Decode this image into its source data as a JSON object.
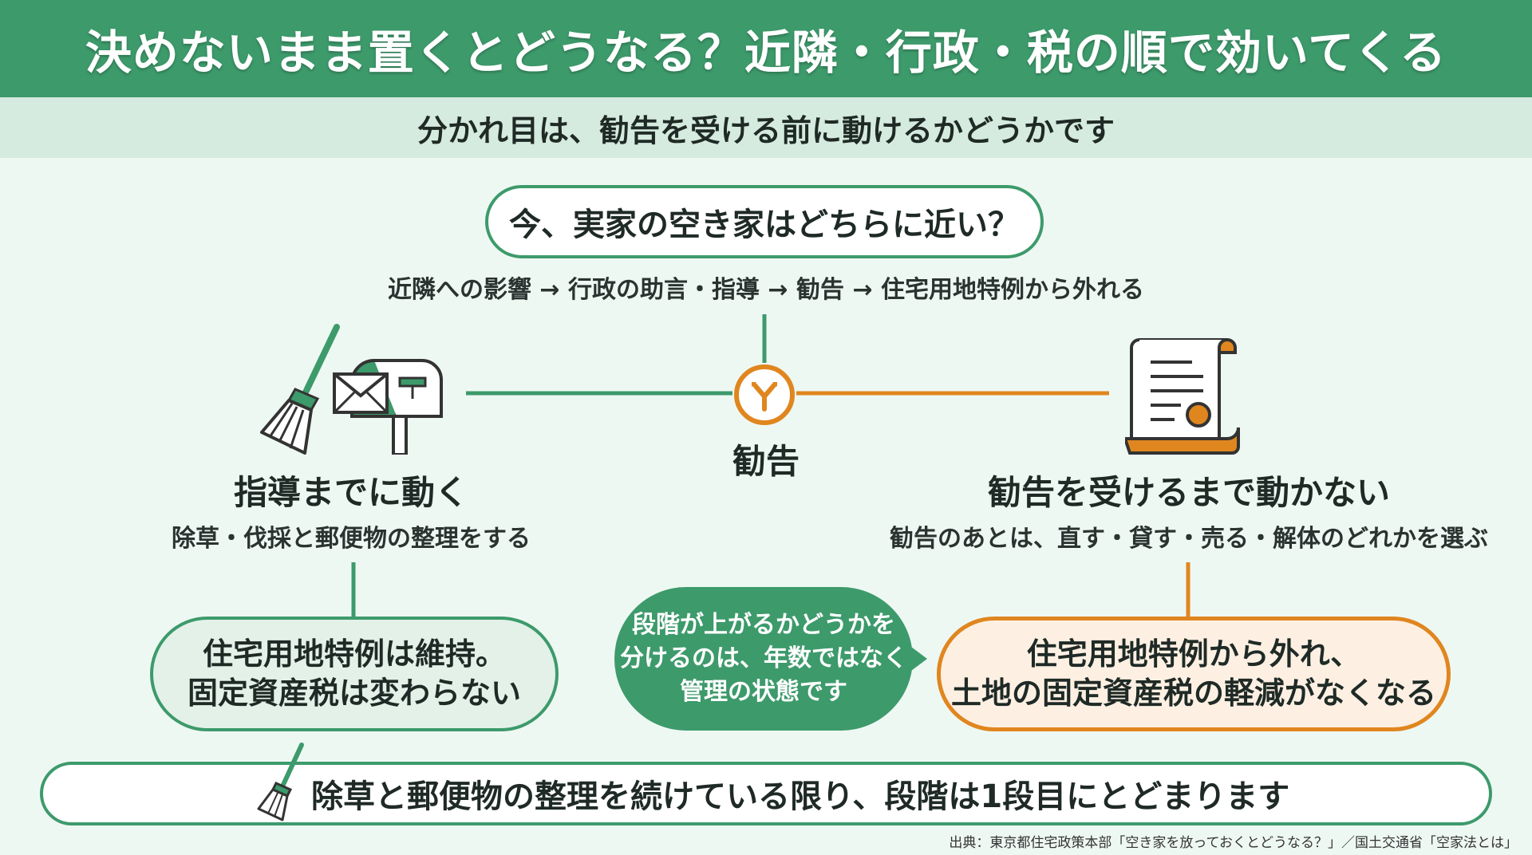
{
  "title": "決めないまま置くとどうなる？近隣・行政・税の順で効いてくる",
  "subtitle": "分かれ目は、勧告を受ける前に動けるかどうかです",
  "question": "今、実家の空き家はどちらに近い？",
  "flow": "近隣への影響 → 行政の助言・指導 → 勧告 → 住宅用地特例から外れる",
  "node_label": "勧告",
  "left": {
    "title": "指導までに動く",
    "subtitle": "除草・伐採と郵便物の整理をする",
    "outcome_line1": "住宅用地特例は維持。",
    "outcome_line2": "固定資産税は変わらない"
  },
  "right": {
    "title": "勧告を受けるまで動かない",
    "subtitle": "勧告のあとは、直す・貸す・売る・解体のどれかを選ぶ",
    "outcome_line1": "住宅用地特例から外れ、",
    "outcome_line2": "土地の固定資産税の軽減がなくなる"
  },
  "callout": {
    "line1": "段階が上がるかどうかを",
    "line2": "分けるのは、年数ではなく",
    "line3": "管理の状態です"
  },
  "bottom_message": "除草と郵便物の整理を続けている限り、段階は1段目にとどまります",
  "source": "出典：東京都住宅政策本部「空き家を放っておくとどうなる？」／国土交通省「空家法とは」",
  "icons": {
    "left_icons": [
      "broom-icon",
      "mailbox-icon",
      "envelope-icon"
    ],
    "node_icon": "fork-arrow-icon",
    "right_icon": "certificate-scroll-icon",
    "bottom_icon": "broom-icon"
  },
  "colors": {
    "green": "#3d9a6b",
    "orange": "#e0861f",
    "background": "#eef8f3"
  }
}
